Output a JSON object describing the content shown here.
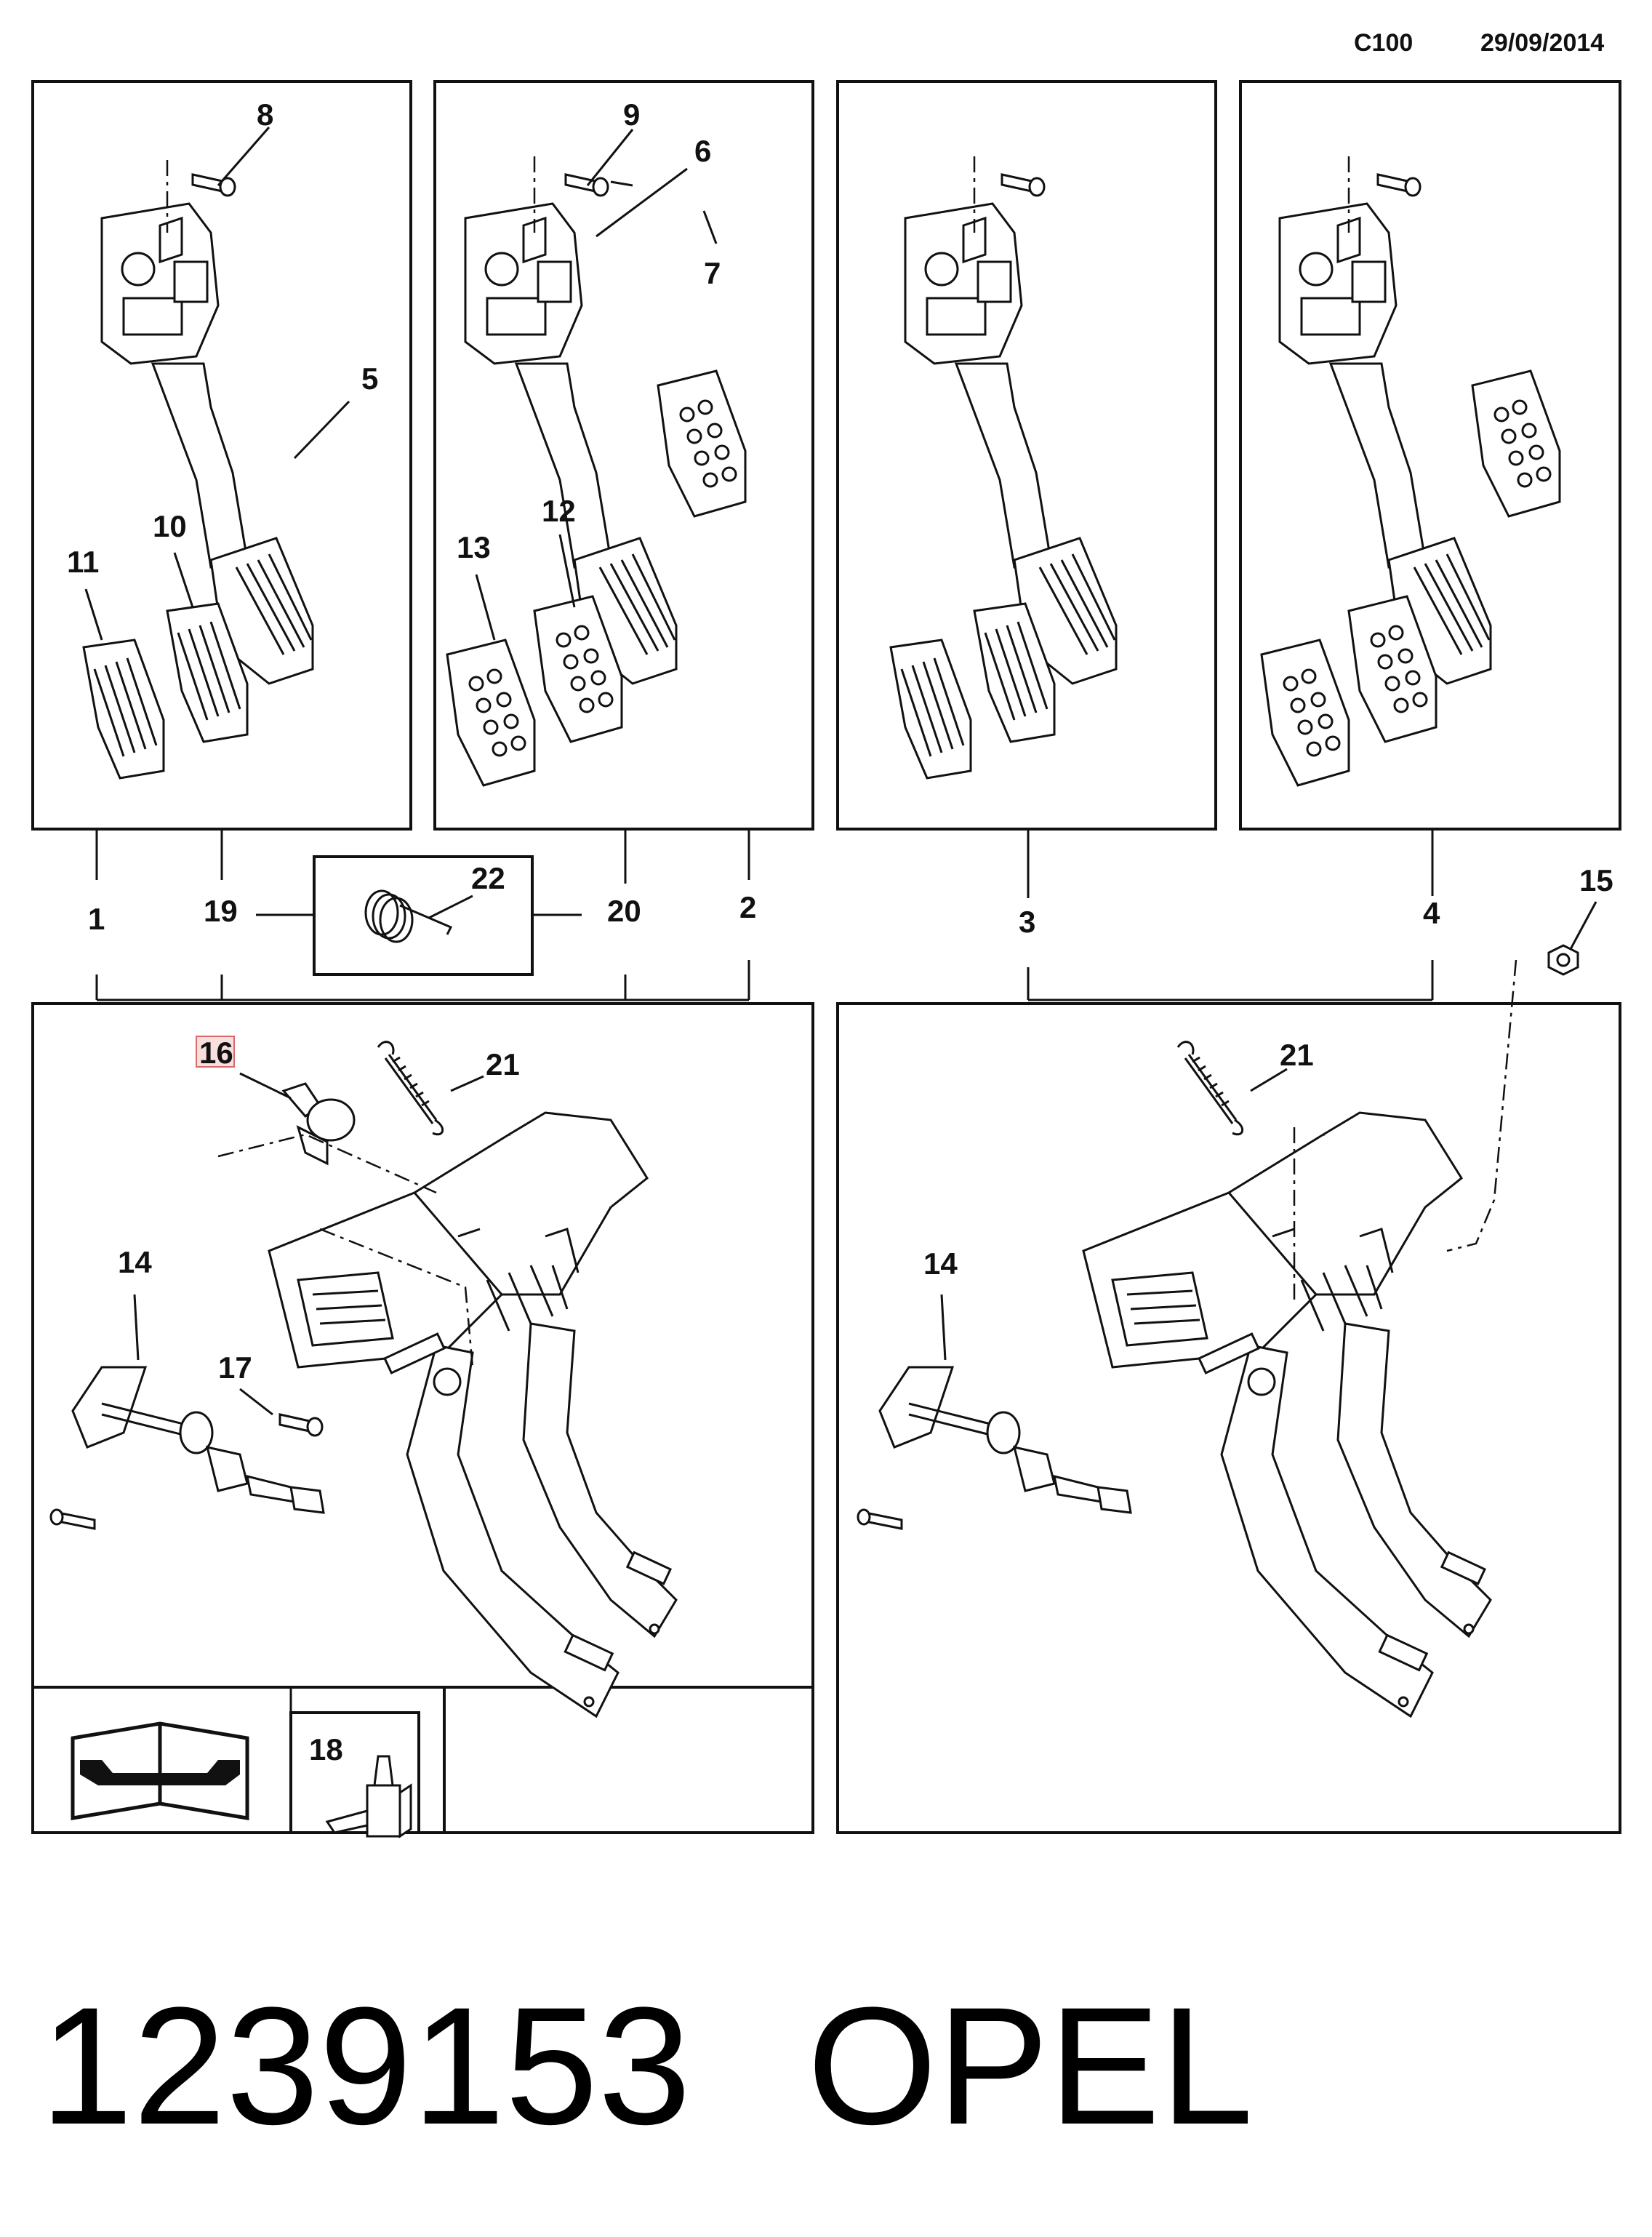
{
  "header": {
    "code": "C100",
    "date": "29/09/2014"
  },
  "callouts": {
    "n1": "1",
    "n2": "2",
    "n3": "3",
    "n4": "4",
    "n5": "5",
    "n6": "6",
    "n7": "7",
    "n8": "8",
    "n9": "9",
    "n10": "10",
    "n11": "11",
    "n12": "12",
    "n13": "13",
    "n14a": "14",
    "n14b": "14",
    "n15": "15",
    "n16": "16",
    "n17": "17",
    "n18": "18",
    "n19": "19",
    "n20": "20",
    "n21a": "21",
    "n21b": "21",
    "n22": "22"
  },
  "highlight": {
    "part": "16",
    "fill": "#f9dede",
    "stroke": "#d86a6a"
  },
  "icons": [
    "service-manual-icon",
    "lubricant-bottle-icon"
  ],
  "footer": {
    "part_number": "1239153",
    "brand": "OPEL"
  }
}
